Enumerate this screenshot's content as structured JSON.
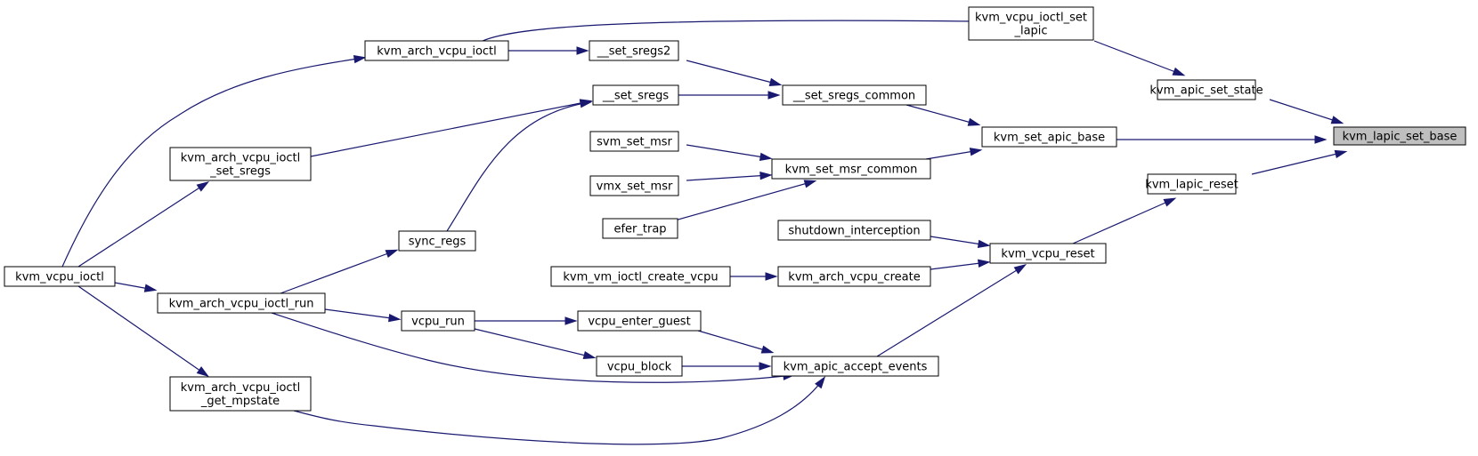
{
  "colors": {
    "edge": "#191970",
    "node_fill": "#ffffff",
    "node_border": "#000000",
    "root_fill": "#bfbfbf"
  },
  "nodes": {
    "kvm_lapic_set_base": {
      "lines": [
        "kvm_lapic_set_base"
      ]
    },
    "kvm_apic_set_state": {
      "lines": [
        "kvm_apic_set_state"
      ]
    },
    "kvm_set_apic_base": {
      "lines": [
        "kvm_set_apic_base"
      ]
    },
    "kvm_lapic_reset": {
      "lines": [
        "kvm_lapic_reset"
      ]
    },
    "kvm_vcpu_ioctl_set_lapic": {
      "lines": [
        "kvm_vcpu_ioctl_set",
        "_lapic"
      ]
    },
    "kvm_arch_vcpu_ioctl": {
      "lines": [
        "kvm_arch_vcpu_ioctl"
      ]
    },
    "__set_sregs2": {
      "lines": [
        "__set_sregs2"
      ]
    },
    "__set_sregs": {
      "lines": [
        "__set_sregs"
      ]
    },
    "__set_sregs_common": {
      "lines": [
        "__set_sregs_common"
      ]
    },
    "svm_set_msr": {
      "lines": [
        "svm_set_msr"
      ]
    },
    "vmx_set_msr": {
      "lines": [
        "vmx_set_msr"
      ]
    },
    "efer_trap": {
      "lines": [
        "efer_trap"
      ]
    },
    "kvm_set_msr_common": {
      "lines": [
        "kvm_set_msr_common"
      ]
    },
    "kvm_arch_vcpu_ioctl_set_sregs": {
      "lines": [
        "kvm_arch_vcpu_ioctl",
        "_set_sregs"
      ]
    },
    "sync_regs": {
      "lines": [
        "sync_regs"
      ]
    },
    "kvm_vcpu_ioctl": {
      "lines": [
        "kvm_vcpu_ioctl"
      ]
    },
    "kvm_arch_vcpu_ioctl_run": {
      "lines": [
        "kvm_arch_vcpu_ioctl_run"
      ]
    },
    "vcpu_run": {
      "lines": [
        "vcpu_run"
      ]
    },
    "vcpu_enter_guest": {
      "lines": [
        "vcpu_enter_guest"
      ]
    },
    "vcpu_block": {
      "lines": [
        "vcpu_block"
      ]
    },
    "kvm_apic_accept_events": {
      "lines": [
        "kvm_apic_accept_events"
      ]
    },
    "kvm_arch_vcpu_ioctl_get_mpstate": {
      "lines": [
        "kvm_arch_vcpu_ioctl",
        "_get_mpstate"
      ]
    },
    "shutdown_interception": {
      "lines": [
        "shutdown_interception"
      ]
    },
    "kvm_vcpu_reset": {
      "lines": [
        "kvm_vcpu_reset"
      ]
    },
    "kvm_vm_ioctl_create_vcpu": {
      "lines": [
        "kvm_vm_ioctl_create_vcpu"
      ]
    },
    "kvm_arch_vcpu_create": {
      "lines": [
        "kvm_arch_vcpu_create"
      ]
    }
  }
}
